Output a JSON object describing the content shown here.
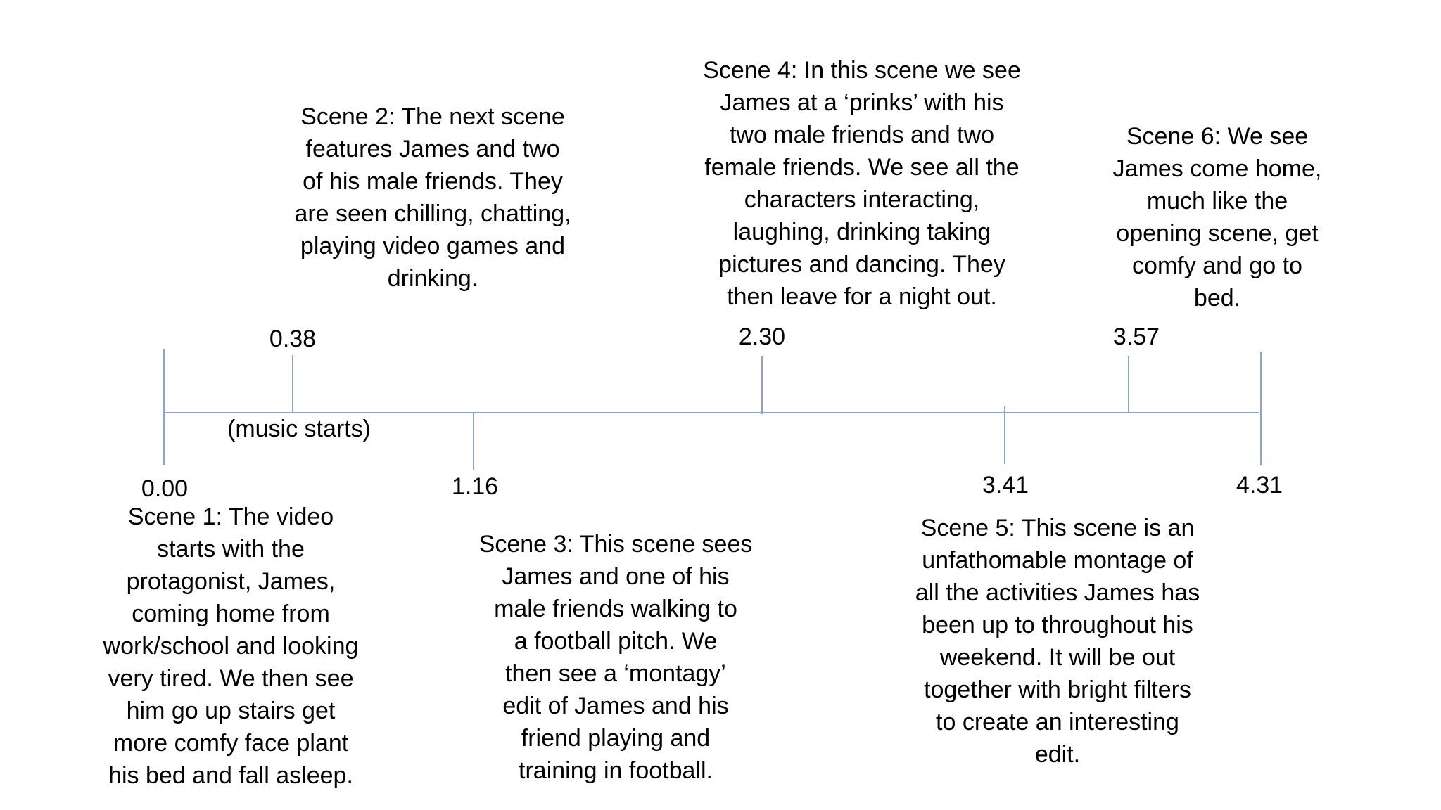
{
  "timeline": {
    "colors": {
      "axis": "#8fa3c8"
    },
    "ticks": [
      {
        "label": "0.00"
      },
      {
        "label": "0.38"
      },
      {
        "label": "1.16"
      },
      {
        "label": "2.30"
      },
      {
        "label": "3.41"
      },
      {
        "label": "3.57"
      },
      {
        "label": "4.31"
      }
    ],
    "annotation": "(music starts)"
  },
  "scenes": [
    {
      "text": "Scene 1: The video\nstarts with the\nprotagonist, James,\ncoming home from\nwork/school and looking\nvery tired. We then see\nhim go up stairs get\nmore comfy face plant\nhis bed and fall asleep."
    },
    {
      "text": "Scene 2: The next scene\nfeatures James and two\nof his male friends. They\nare seen chilling, chatting,\nplaying video games and\ndrinking."
    },
    {
      "text": "Scene 3: This scene sees\nJames and one of his\nmale friends walking to\na football pitch. We\nthen see a ‘montagy’\nedit of James and his\nfriend playing and\ntraining in football."
    },
    {
      "text": "Scene 4: In this scene we see\nJames at a ‘prinks’ with his\ntwo male friends and two\nfemale friends. We see all the\ncharacters interacting,\nlaughing, drinking taking\npictures and dancing. They\nthen leave for a night out."
    },
    {
      "text": "Scene 5: This scene is an\nunfathomable montage of\nall the activities James has\nbeen up to throughout his\nweekend. It will be out\ntogether with bright filters\nto create an interesting\nedit."
    },
    {
      "text": "Scene 6: We see\nJames come home,\nmuch like the\nopening scene, get\ncomfy and go to\nbed."
    }
  ]
}
